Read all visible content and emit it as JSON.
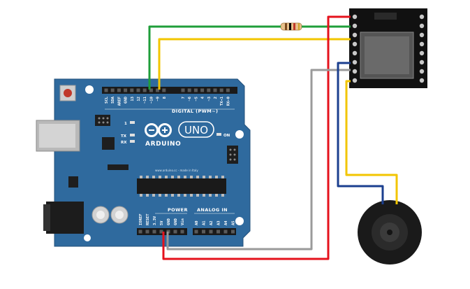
{
  "board": {
    "brand": "ARDUINO",
    "model": "UNO",
    "digital_header": "DIGITAL (PWM~)",
    "power_header": "POWER",
    "analog_header": "ANALOG IN",
    "website": "www.arduino.cc - made in Italy",
    "on_label": "ON",
    "tx_label": "TX",
    "rx_label": "RX",
    "l_label": "1",
    "digital_pins": [
      "SCL",
      "SDA",
      "AREF",
      "GND",
      "13",
      "12",
      "~11",
      "~10",
      "~9",
      "8",
      "7",
      "~6",
      "~5",
      "4",
      "~3",
      "2",
      "TX→1",
      "RX←0"
    ],
    "power_pins": [
      "IOREF",
      "RESET",
      "3.3V",
      "5V",
      "GND",
      "GND",
      "Vin"
    ],
    "analog_pins": [
      "A0",
      "A1",
      "A2",
      "A3",
      "A4",
      "A5"
    ]
  },
  "colors": {
    "board": "#2f6a9e",
    "board_dark": "#245784",
    "wire_green": "#1f9e3a",
    "wire_yellow": "#f2c500",
    "wire_red": "#e5121c",
    "wire_gray": "#9a9a9a",
    "wire_blue": "#1b3f8f",
    "module": "#111111",
    "speaker": "#1a1a1a"
  }
}
